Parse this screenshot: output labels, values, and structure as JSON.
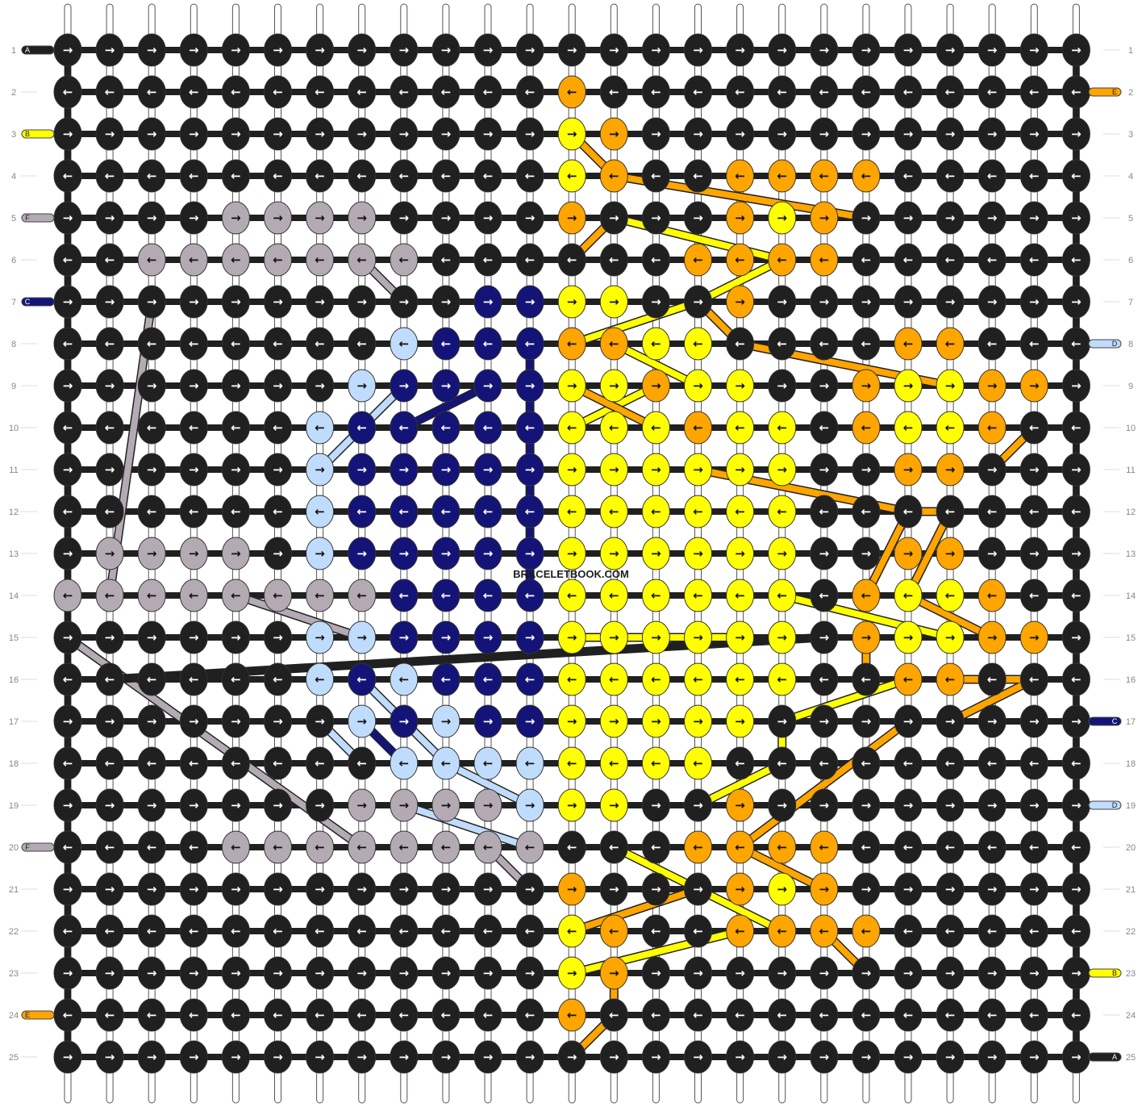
{
  "watermark": "BRACELETBOOK.COM",
  "colors": {
    "black": "#202020",
    "yellow": "#ffff00",
    "orange": "#ffa500",
    "grey": "#b4aab4",
    "navy": "#141478",
    "lightblue": "#c0dcfc"
  },
  "row_labels": [
    "1",
    "2",
    "3",
    "4",
    "5",
    "6",
    "7",
    "8",
    "9",
    "10",
    "11",
    "12",
    "13",
    "14",
    "15",
    "16",
    "17",
    "18",
    "19",
    "20",
    "21",
    "22",
    "23",
    "24",
    "25"
  ],
  "row_directions": [
    "→",
    "←",
    "→",
    "←",
    "→",
    "←",
    "→",
    "←",
    "→",
    "←",
    "→",
    "←",
    "→",
    "←",
    "→",
    "←",
    "→",
    "←",
    "→",
    "←",
    "→",
    "←",
    "→",
    "←",
    "→"
  ],
  "left_strands": [
    {
      "row": 1,
      "letter": "A",
      "color": "black"
    },
    {
      "row": 3,
      "letter": "B",
      "color": "yellow"
    },
    {
      "row": 5,
      "letter": "F",
      "color": "grey"
    },
    {
      "row": 7,
      "letter": "C",
      "color": "navy"
    },
    {
      "row": 20,
      "letter": "F",
      "color": "grey"
    },
    {
      "row": 24,
      "letter": "E",
      "color": "orange"
    }
  ],
  "right_strands": [
    {
      "row": 2,
      "letter": "E",
      "color": "orange"
    },
    {
      "row": 8,
      "letter": "D",
      "color": "lightblue"
    },
    {
      "row": 17,
      "letter": "C",
      "color": "navy"
    },
    {
      "row": 19,
      "letter": "D",
      "color": "lightblue"
    },
    {
      "row": 23,
      "letter": "B",
      "color": "yellow"
    },
    {
      "row": 25,
      "letter": "A",
      "color": "black"
    }
  ],
  "grid": [
    "KKKKKKKKKKKKKKKKKKKKKKKKK",
    "KKKKKKKKKKKKOKKKKKKKKKKKK",
    "KKKKKKKKKKKKYOKKKKKKKKKKK",
    "KKKKKKKKKKKKYOKKOOOOKKKKK",
    "KKKKGGGGKKKKOKKKOYOKKKKKK",
    "KKGGGGGGGKKKKKKOOOOKKKKKK",
    "KKKKKKKKKKNNYYKKOKKKKKKKK",
    "KKKKKKKKLNNNOOYYKKKKOOKKK",
    "KKKKKKKLNNNNYYOYYKKOYYOOK",
    "KKKKKKLNNNNNYYYOYYKOYYOKK",
    "KKKKKKLNNNNNYYYYYYKKOOKKK",
    "KKKKKKLNNNNNYYYYYYKKKKKKK",
    "KGGGGKLNNNNNYYYYYYKKOOKKK",
    "GGGGGGGGNNNNYYYYYYKOYYOKK",
    "KKKKKKLLNNNNYYYYYYKOYYOOK",
    "KKKKKKLNLNNNYYYYYYKKOOKKK",
    "KKKKKKKLNLNNYYYYYKKKKKKKK",
    "KKKKKKKKLLLLYYYYKKKKKKKKK",
    "KKKKKKKGGGGLYYKKOKKKKKKKK",
    "KKKKGGGGGGGGKKKOOOOKKKKKK",
    "KKKKKKKKKKKKOKKKOYOKKKKKK",
    "KKKKKKKKKKKKYOKKOOOOKKKKK",
    "KKKKKKKKKKKKYOKKKKKKKKKKK",
    "KKKKKKKKKKKKOKKKKKKKKKKKK",
    "KKKKKKKKKKKKKKKKKKKKKKKKK"
  ],
  "crossing_threads": [
    {
      "color": "orange",
      "points": [
        [
          12,
          2
        ],
        [
          13,
          3
        ],
        [
          19,
          4
        ]
      ]
    },
    {
      "color": "orange",
      "points": [
        [
          12,
          5
        ],
        [
          13,
          4
        ]
      ]
    },
    {
      "color": "yellow",
      "points": [
        [
          13,
          4
        ],
        [
          17,
          5
        ],
        [
          15,
          6
        ],
        [
          12,
          7
        ]
      ]
    },
    {
      "color": "orange",
      "points": [
        [
          15,
          6
        ],
        [
          16,
          7
        ],
        [
          21,
          8
        ]
      ]
    },
    {
      "color": "yellow",
      "points": [
        [
          13,
          7
        ],
        [
          15,
          8
        ]
      ]
    },
    {
      "color": "yellow",
      "points": [
        [
          12,
          9
        ],
        [
          14,
          8
        ]
      ]
    },
    {
      "color": "orange",
      "points": [
        [
          12,
          8
        ],
        [
          14,
          9
        ]
      ]
    },
    {
      "color": "orange",
      "points": [
        [
          15,
          10
        ],
        [
          20,
          11
        ],
        [
          21,
          11
        ],
        [
          20,
          13
        ]
      ]
    },
    {
      "color": "orange",
      "points": [
        [
          23,
          9
        ],
        [
          22,
          10
        ]
      ]
    },
    {
      "color": "orange",
      "points": [
        [
          20,
          11
        ],
        [
          19,
          13
        ]
      ]
    },
    {
      "color": "grey",
      "points": [
        [
          7,
          5
        ],
        [
          8,
          6
        ]
      ]
    },
    {
      "color": "grey",
      "points": [
        [
          2,
          6
        ],
        [
          1,
          13
        ]
      ]
    },
    {
      "color": "grey",
      "points": [
        [
          4,
          13
        ],
        [
          7,
          14
        ]
      ]
    },
    {
      "color": "grey",
      "points": [
        [
          0,
          14
        ],
        [
          7,
          19
        ]
      ]
    },
    {
      "color": "grey",
      "points": [
        [
          10,
          19
        ],
        [
          11,
          20
        ]
      ]
    },
    {
      "color": "lightblue",
      "points": [
        [
          8,
          8
        ],
        [
          7,
          9
        ],
        [
          6,
          10
        ]
      ]
    },
    {
      "color": "navy",
      "points": [
        [
          10,
          8
        ],
        [
          8,
          9
        ]
      ]
    },
    {
      "color": "navy",
      "points": [
        [
          11,
          7
        ],
        [
          11,
          13
        ]
      ]
    },
    {
      "color": "black",
      "points": [
        [
          1,
          15
        ],
        [
          18,
          14
        ]
      ]
    },
    {
      "color": "yellow",
      "points": [
        [
          17,
          13
        ],
        [
          21,
          14
        ]
      ]
    },
    {
      "color": "yellow",
      "points": [
        [
          12,
          14
        ],
        [
          16,
          14
        ]
      ]
    },
    {
      "color": "yellow",
      "points": [
        [
          17,
          16
        ],
        [
          20,
          15
        ]
      ]
    },
    {
      "color": "orange",
      "points": [
        [
          21,
          15
        ],
        [
          23,
          15
        ],
        [
          21,
          16
        ]
      ]
    },
    {
      "color": "orange",
      "points": [
        [
          19,
          14
        ],
        [
          19,
          15
        ]
      ]
    },
    {
      "color": "orange",
      "points": [
        [
          22,
          14
        ],
        [
          20,
          13
        ]
      ]
    },
    {
      "color": "orange",
      "points": [
        [
          20,
          16
        ],
        [
          16,
          19
        ]
      ]
    },
    {
      "color": "yellow",
      "points": [
        [
          17,
          16
        ],
        [
          17,
          17
        ],
        [
          15,
          18
        ]
      ]
    },
    {
      "color": "lightblue",
      "points": [
        [
          7,
          15
        ],
        [
          8,
          16
        ],
        [
          9,
          17
        ],
        [
          11,
          18
        ]
      ]
    },
    {
      "color": "navy",
      "points": [
        [
          7,
          16
        ],
        [
          8,
          17
        ]
      ]
    },
    {
      "color": "lightblue",
      "points": [
        [
          6,
          16
        ],
        [
          7,
          17
        ]
      ]
    },
    {
      "color": "lightblue",
      "points": [
        [
          8,
          18
        ],
        [
          11,
          19
        ]
      ]
    },
    {
      "color": "orange",
      "points": [
        [
          16,
          19
        ],
        [
          18,
          20
        ]
      ]
    },
    {
      "color": "yellow",
      "points": [
        [
          13,
          19
        ],
        [
          17,
          21
        ]
      ]
    },
    {
      "color": "orange",
      "points": [
        [
          12,
          21
        ],
        [
          15,
          20
        ]
      ]
    },
    {
      "color": "orange",
      "points": [
        [
          18,
          21
        ],
        [
          19,
          22
        ]
      ]
    },
    {
      "color": "yellow",
      "points": [
        [
          12,
          22
        ],
        [
          16,
          21
        ]
      ]
    },
    {
      "color": "orange",
      "points": [
        [
          12,
          24
        ],
        [
          13,
          23
        ],
        [
          13,
          22
        ]
      ]
    }
  ]
}
